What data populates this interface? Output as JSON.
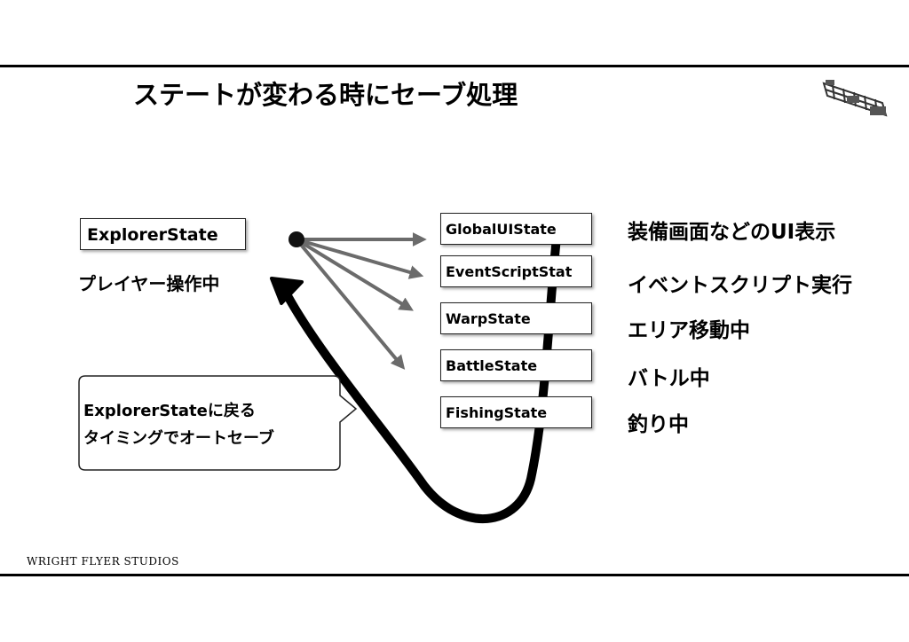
{
  "slide": {
    "title": "ステートが変わる時にセーブ処理",
    "footer": "WRIGHT FLYER STUDIOS"
  },
  "diagram": {
    "source": {
      "label": "ExplorerState",
      "caption": "プレイヤー操作中"
    },
    "states": [
      {
        "label": "GlobalUIState",
        "description": "装備画面などのUI表示"
      },
      {
        "label": "EventScriptStat",
        "description": "イベントスクリプト実行"
      },
      {
        "label": "WarpState",
        "description": "エリア移動中"
      },
      {
        "label": "BattleState",
        "description": "バトル中"
      },
      {
        "label": "FishingState",
        "description": "釣り中"
      }
    ],
    "callout": {
      "line1": "ExplorerStateに戻る",
      "line2": "タイミングでオートセーブ"
    }
  }
}
